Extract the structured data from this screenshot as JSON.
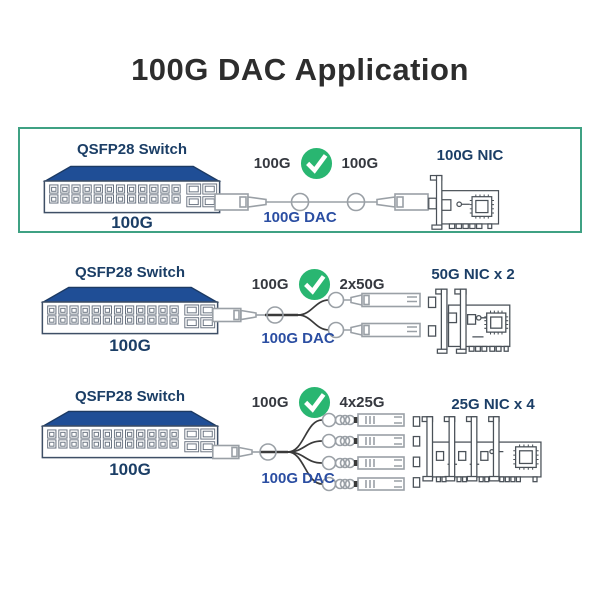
{
  "title": "100G DAC Application",
  "colors": {
    "highlight_border": "#3fa183",
    "check_green": "#29b671",
    "switch_blue": "#1f4e96",
    "label_navy": "#1b3e66",
    "dac_label_blue": "#2b4ea2",
    "speed_text": "#35383f",
    "title_text": "#2d2d2d"
  },
  "rows": [
    {
      "switch_label": "QSFP28 Switch",
      "switch_speed": "100G",
      "source_speed": "100G",
      "check_icon": "check-circle",
      "target_speed": "100G",
      "cable_label": "100G DAC",
      "cable_type": "straight",
      "nic_label": "100G NIC"
    },
    {
      "switch_label": "QSFP28 Switch",
      "switch_speed": "100G",
      "source_speed": "100G",
      "check_icon": "check-circle",
      "target_speed": "2x50G",
      "cable_label": "100G DAC",
      "cable_type": "breakout-2",
      "nic_label": "50G NIC x 2"
    },
    {
      "switch_label": "QSFP28 Switch",
      "switch_speed": "100G",
      "source_speed": "100G",
      "check_icon": "check-circle",
      "target_speed": "4x25G",
      "cable_label": "100G DAC",
      "cable_type": "breakout-4",
      "nic_label": "25G NIC x 4"
    }
  ]
}
